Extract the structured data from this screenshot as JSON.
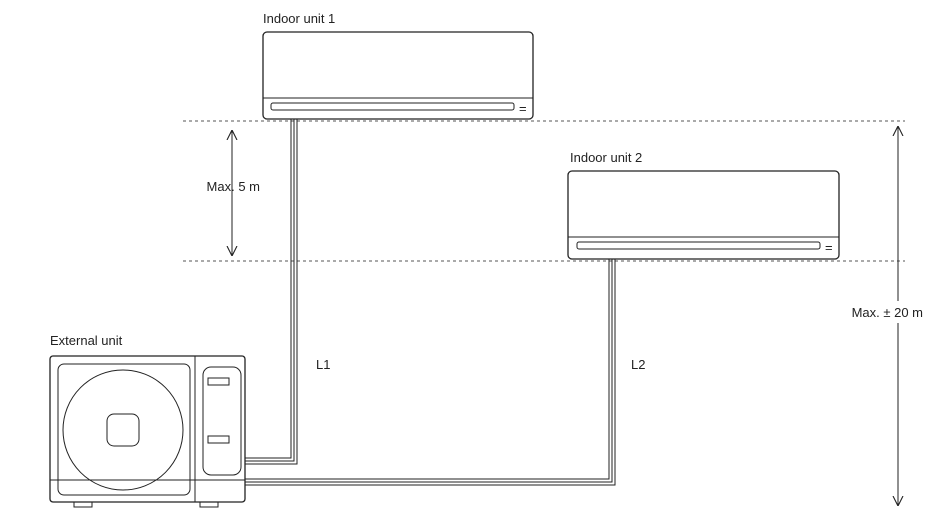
{
  "labels": {
    "indoor_unit_1": "Indoor unit 1",
    "indoor_unit_2": "Indoor unit 2",
    "external_unit": "External unit",
    "max_height_indoor": "Max. 5 m",
    "max_height_total": "Max. ± 20 m",
    "pipe_l1": "L1",
    "pipe_l2": "L2"
  },
  "indoor_unit_symbol": "=",
  "colors": {
    "stroke": "#222222",
    "dashed_line": "#555555",
    "background": "#ffffff"
  }
}
